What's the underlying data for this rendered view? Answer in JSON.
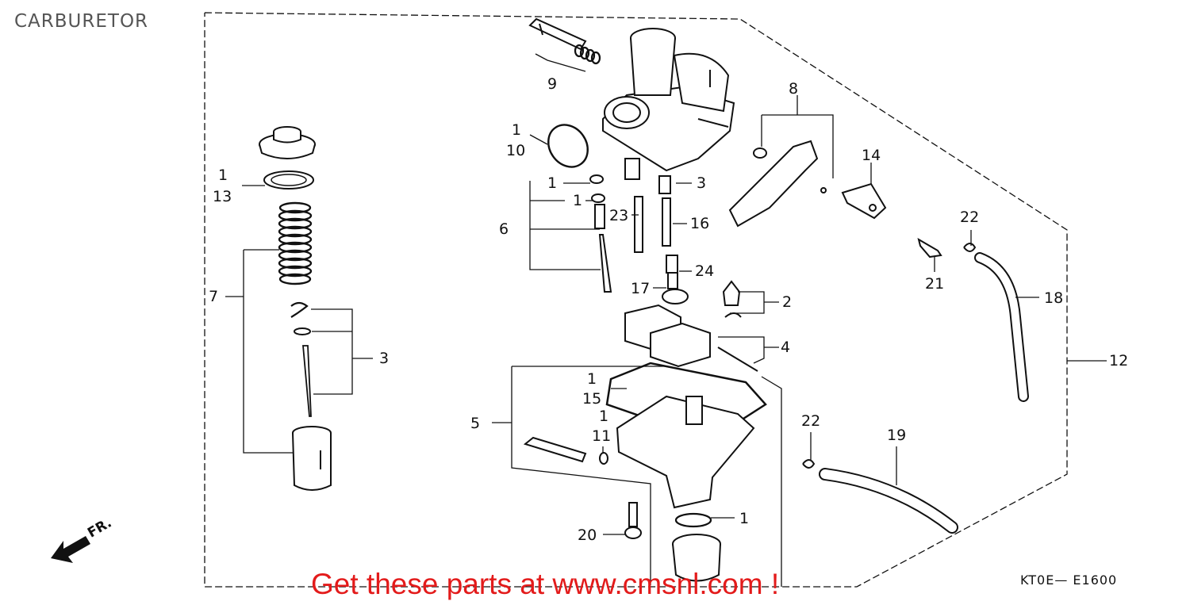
{
  "title": "CARBURETOR",
  "promo_text": "Get these parts at www.cmsnl.com !",
  "diagram_code": "KT0E— E1600",
  "direction_label": "FR.",
  "callouts": {
    "c9": "9",
    "c1a": "1",
    "c10": "10",
    "c8": "8",
    "c14": "14",
    "c1b": "1",
    "c13": "13",
    "c1c": "1",
    "c3a": "3",
    "c1d": "1",
    "c23": "23",
    "c16": "16",
    "c6": "6",
    "c22a": "22",
    "c21": "21",
    "c24": "24",
    "c7": "7",
    "c17": "17",
    "c2": "2",
    "c18": "18",
    "c3b": "3",
    "c4": "4",
    "c12": "12",
    "c1e": "1",
    "c15": "15",
    "c5": "5",
    "c1f": "1",
    "c11": "11",
    "c22b": "22",
    "c19": "19",
    "c1g": "1",
    "c20": "20"
  },
  "colors": {
    "promo": "#e31b1b",
    "line": "#111111",
    "title": "#555555"
  }
}
